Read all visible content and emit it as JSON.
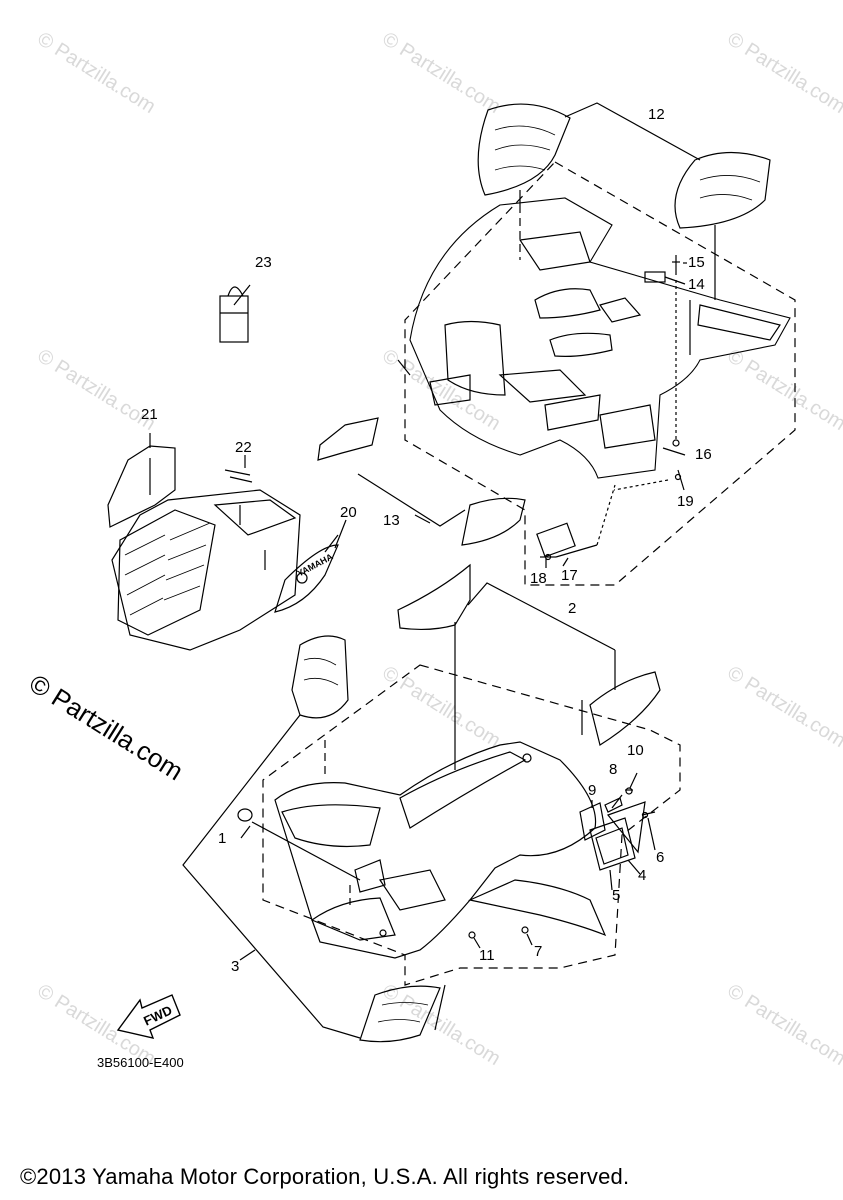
{
  "watermark": {
    "text": "© Partzilla.com",
    "prominent_text": "© Partzilla.com"
  },
  "callouts": [
    {
      "id": "1",
      "label": "1"
    },
    {
      "id": "2",
      "label": "2"
    },
    {
      "id": "3",
      "label": "3"
    },
    {
      "id": "4",
      "label": "4"
    },
    {
      "id": "5",
      "label": "5"
    },
    {
      "id": "6",
      "label": "6"
    },
    {
      "id": "7",
      "label": "7"
    },
    {
      "id": "8",
      "label": "8"
    },
    {
      "id": "9",
      "label": "9"
    },
    {
      "id": "10",
      "label": "10"
    },
    {
      "id": "11",
      "label": "11"
    },
    {
      "id": "12",
      "label": "12"
    },
    {
      "id": "13",
      "label": "13"
    },
    {
      "id": "14",
      "label": "14"
    },
    {
      "id": "15",
      "label": "15"
    },
    {
      "id": "16",
      "label": "16"
    },
    {
      "id": "17",
      "label": "17"
    },
    {
      "id": "18",
      "label": "18"
    },
    {
      "id": "19",
      "label": "19"
    },
    {
      "id": "20",
      "label": "20"
    },
    {
      "id": "21",
      "label": "21"
    },
    {
      "id": "22",
      "label": "22"
    },
    {
      "id": "23",
      "label": "23"
    }
  ],
  "fwd_arrow_label": "FWD",
  "decal_text": "YAMAHA",
  "diagram_code": "3B56100-E400",
  "copyright": "©2013 Yamaha Motor Corporation, U.S.A. All rights reserved."
}
